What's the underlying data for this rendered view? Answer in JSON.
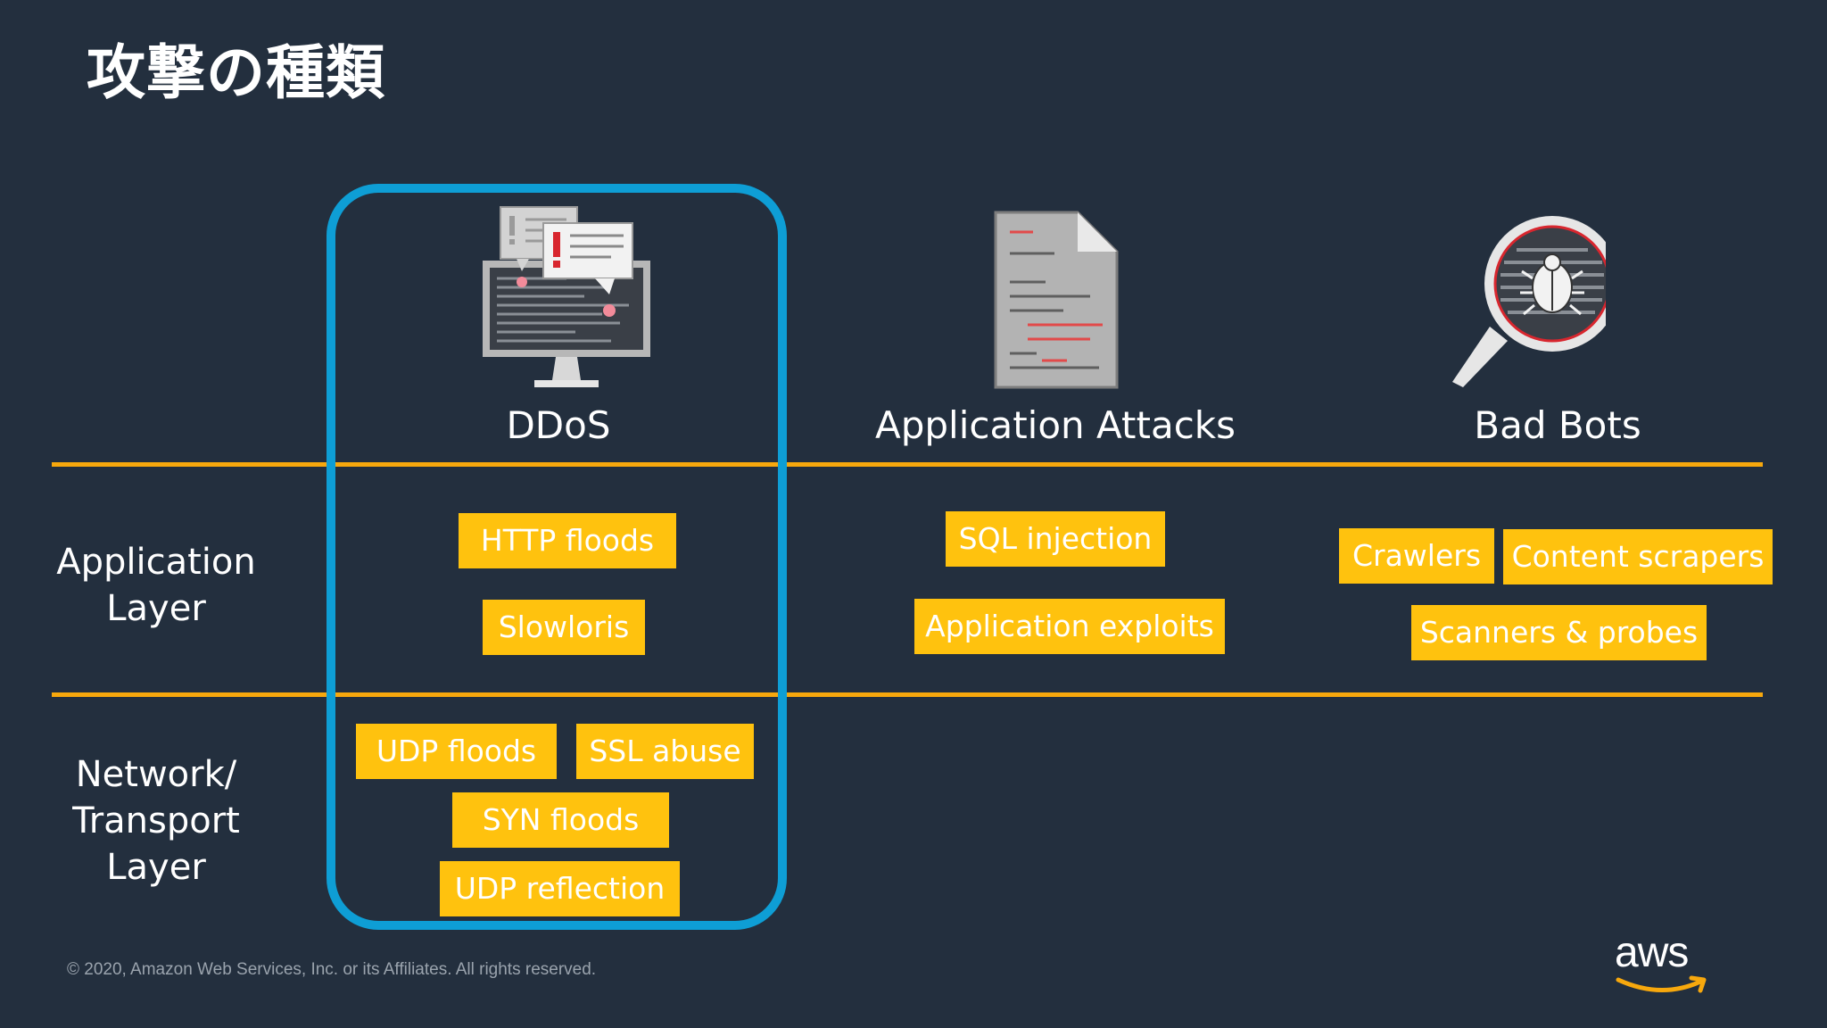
{
  "slide": {
    "title": "攻撃の種類",
    "footer": "© 2020, Amazon Web Services, Inc. or its Affiliates. All rights reserved.",
    "logo_text": "aws",
    "accent_color": "#f7a80d",
    "highlight_color": "#0e9ed5",
    "tag_color": "#ffc20e"
  },
  "columns": {
    "ddos": {
      "title": "DDoS",
      "icon": "monitor-alert-icon"
    },
    "app_attacks": {
      "title": "Application Attacks",
      "icon": "document-code-icon"
    },
    "bad_bots": {
      "title": "Bad Bots",
      "icon": "magnifier-bug-icon"
    }
  },
  "rows": {
    "application": {
      "line1": "Application",
      "line2": "Layer"
    },
    "network": {
      "line1": "Network/",
      "line2": "Transport",
      "line3": "Layer"
    }
  },
  "tags": {
    "http_floods": "HTTP floods",
    "slowloris": "Slowloris",
    "sql_injection": "SQL injection",
    "application_exploits": "Application exploits",
    "crawlers": "Crawlers",
    "content_scrapers": "Content scrapers",
    "scanners_probes": "Scanners & probes",
    "udp_floods": "UDP floods",
    "ssl_abuse": "SSL abuse",
    "syn_floods": "SYN floods",
    "udp_reflection": "UDP reflection"
  }
}
